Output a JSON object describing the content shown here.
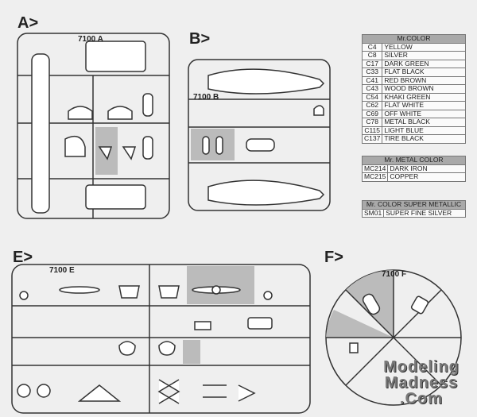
{
  "sections": {
    "a": {
      "label": "A>",
      "sprue": "7100 A"
    },
    "b": {
      "label": "B>",
      "sprue": "7100 B"
    },
    "e": {
      "label": "E>",
      "sprue": "7100 E"
    },
    "f": {
      "label": "F>",
      "sprue": "7100 F"
    }
  },
  "paint_tables": {
    "mr_color": {
      "title": "Mr.COLOR",
      "rows": [
        {
          "code": "C4",
          "name": "YELLOW"
        },
        {
          "code": "C8",
          "name": "SILVER"
        },
        {
          "code": "C17",
          "name": "DARK GREEN"
        },
        {
          "code": "C33",
          "name": "FLAT BLACK"
        },
        {
          "code": "C41",
          "name": "RED BROWN"
        },
        {
          "code": "C43",
          "name": "WOOD BROWN"
        },
        {
          "code": "C54",
          "name": "KHAKI GREEN"
        },
        {
          "code": "C62",
          "name": "FLAT WHITE"
        },
        {
          "code": "C69",
          "name": "OFF WHITE"
        },
        {
          "code": "C78",
          "name": "METAL BLACK"
        },
        {
          "code": "C115",
          "name": "LIGHT BLUE"
        },
        {
          "code": "C137",
          "name": "TIRE BLACK"
        }
      ]
    },
    "mr_metal_color": {
      "title": "Mr. METAL COLOR",
      "rows": [
        {
          "code": "MC214",
          "name": "DARK IRON"
        },
        {
          "code": "MC215",
          "name": "COPPER"
        }
      ]
    },
    "super_metallic": {
      "title": "Mr. COLOR SUPER METALLIC",
      "rows": [
        {
          "code": "SM01",
          "name": "SUPER FINE SILVER"
        }
      ]
    }
  },
  "watermark": {
    "line1": "Modeling",
    "line2": "Madness",
    "line3": ".Com"
  }
}
